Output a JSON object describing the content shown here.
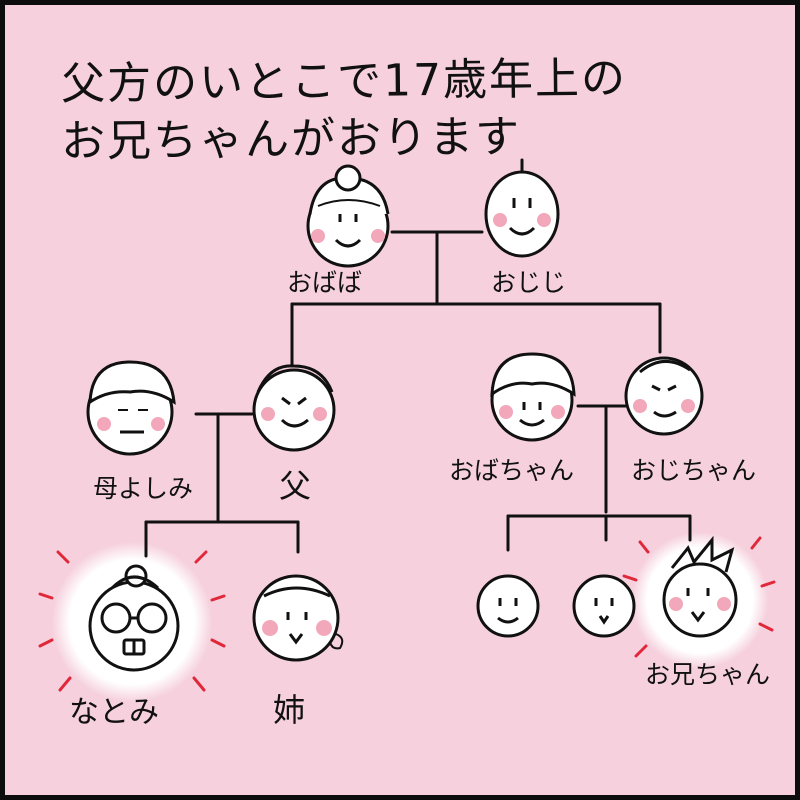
{
  "title": {
    "line1": "父方のいとこで17歳年上の",
    "line2": "お兄ちゃんがおります"
  },
  "people": {
    "grandma": "おばば",
    "grandpa": "おじじ",
    "mother": "母よしみ",
    "father": "父",
    "aunt": "おばちゃん",
    "uncle": "おじちゃん",
    "self": "なとみ",
    "sister": "姉",
    "cousin_brother": "お兄ちゃん"
  },
  "colors": {
    "background": "#f6d1dd",
    "ink": "#111111",
    "cheek": "#f2a8ba",
    "highlight_lines": "#e0283a",
    "highlight_glow": "#ffffff"
  }
}
